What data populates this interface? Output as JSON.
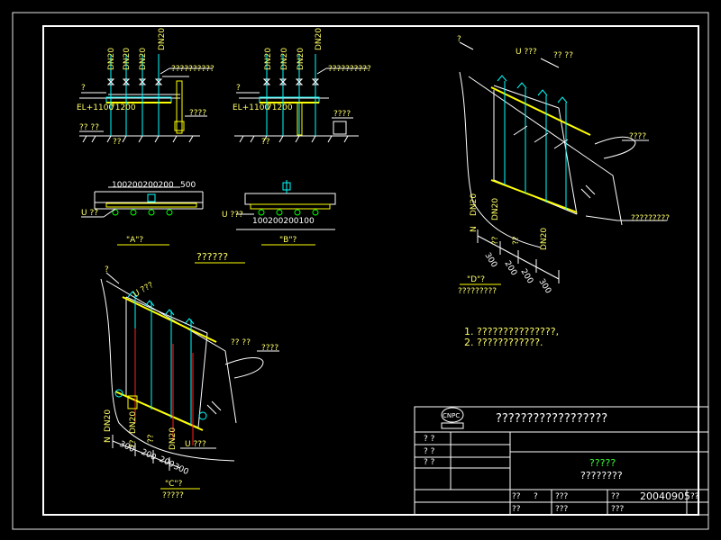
{
  "colors": {
    "background": "#000000",
    "frame": "#ffffff",
    "pipe_cyan": "#00ffff",
    "dims_yellow": "#ffff00",
    "grade_green": "#00ff00",
    "highlight_red": "#ff2020",
    "title_green": "#33ff33"
  },
  "views": {
    "top_left": {
      "dn_labels": [
        "DN20",
        "DN20",
        "DN20",
        "DN20"
      ],
      "callout_right": "??????????",
      "label_left": "?",
      "elevation": "EL+1100",
      "elevation_dims": "71200",
      "tag_bottom_right": "????",
      "tag_bottom_left": "?? ??",
      "ground": "??"
    },
    "top_mid": {
      "dn_labels": [
        "DN20",
        "DN20",
        "DN20",
        "DN20"
      ],
      "callout_right": "??????????",
      "label_left": "?",
      "elevation": "EL+1100",
      "elevation_dims": "71200",
      "tag_bottom_right": "????",
      "ground": "??"
    },
    "plan_a": {
      "dims": "100200200200",
      "dim_right": "500",
      "tag_left": "U ??",
      "caption": "\"A\"?"
    },
    "plan_b": {
      "dims": "100200200100",
      "tag_left": "U ???",
      "caption": "\"B\"?"
    },
    "mid_caption": "??????",
    "iso_d": {
      "label_top": "?",
      "label_tr": "U ???",
      "label_right": "?? ??",
      "callout_pipe": "????",
      "callout_bottom": "?????????",
      "dn_labels": [
        "DN20",
        "DN20",
        "DN20"
      ],
      "vertical_tags": [
        "N",
        "??",
        "??"
      ],
      "dims": [
        "300",
        "200",
        "200",
        "300"
      ],
      "caption": "\"D\"?",
      "caption_sub": "?????????"
    },
    "iso_c": {
      "label_top": "?",
      "label_tr": "U ???",
      "label_right": "?? ??",
      "callout_pipe": "????",
      "dn_labels": [
        "DN20",
        "DN20",
        "DN20"
      ],
      "vertical_tags": [
        "N",
        "??",
        "??"
      ],
      "dims": [
        "300",
        "200",
        "200",
        "300"
      ],
      "callout_lower": "U ???",
      "caption": "\"C\"?",
      "caption_sub": "?????"
    }
  },
  "notes": [
    "1. ???????????????,",
    "2. ????????????."
  ],
  "title_block": {
    "logo_text": "CNPC",
    "title": "??????????????????",
    "left_rows": [
      "? ?",
      "? ?",
      "? ?"
    ],
    "project_line1": "?????",
    "project_line2": "????????",
    "bottom_row1": [
      "??",
      "?",
      "???",
      "??",
      "20040905",
      "??"
    ],
    "bottom_row2": [
      "??",
      "???",
      "???"
    ]
  }
}
